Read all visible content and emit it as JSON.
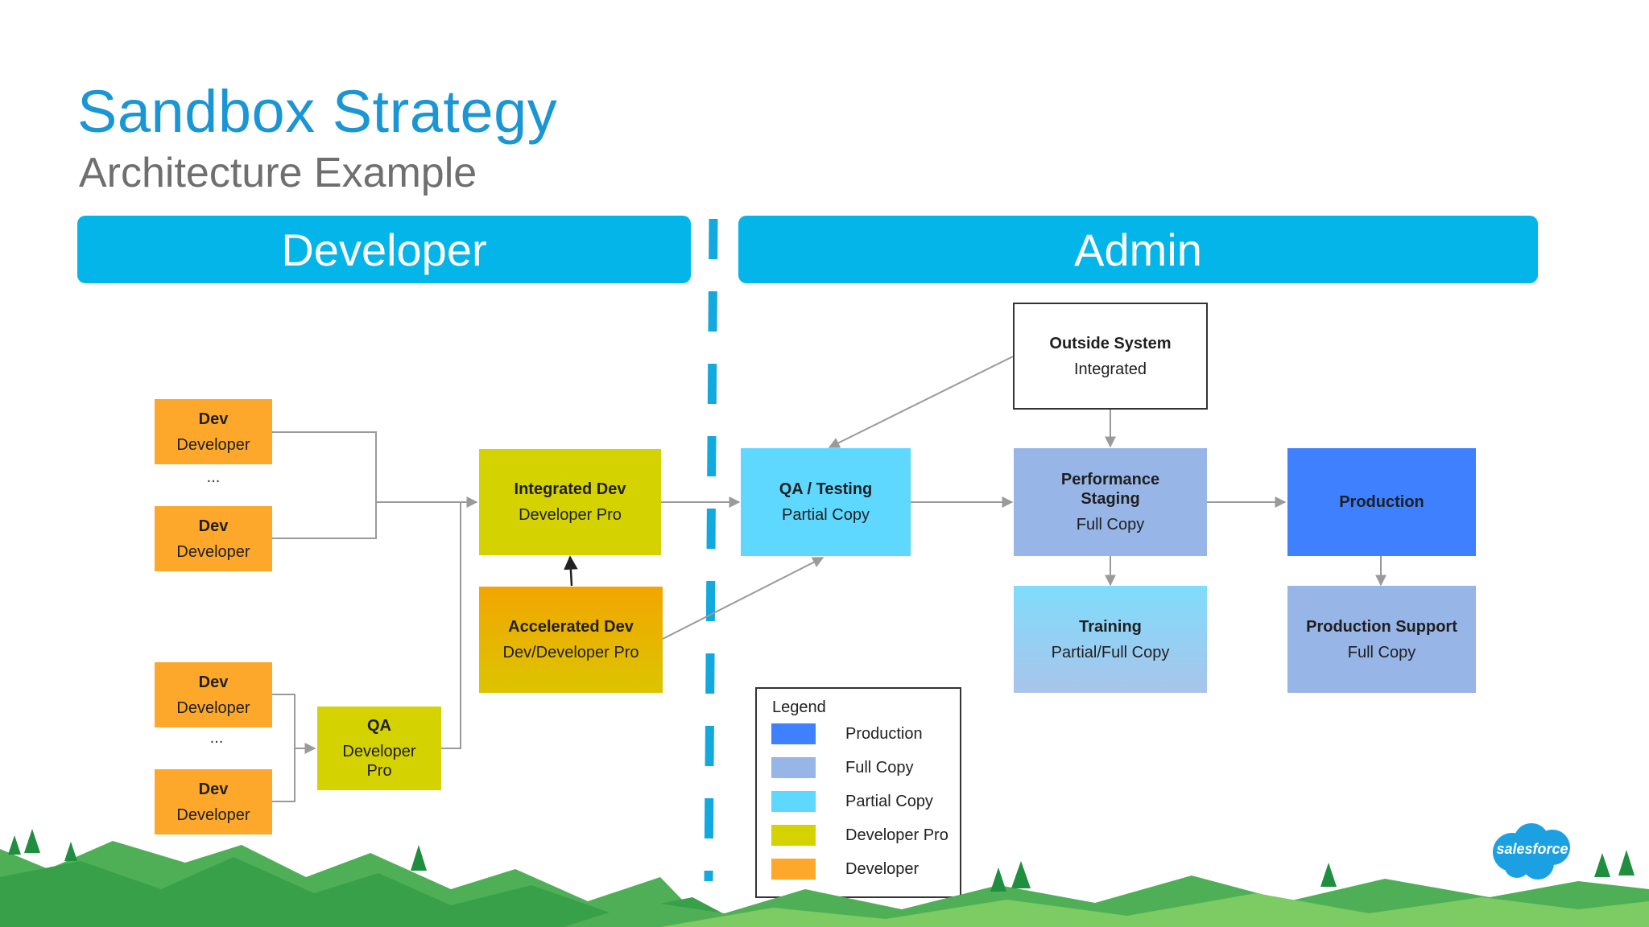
{
  "title": "Sandbox Strategy",
  "subtitle": "Architecture Example",
  "bands": {
    "developer": "Developer",
    "admin": "Admin"
  },
  "nodes": {
    "dev1": {
      "title": "Dev",
      "sub": "Developer"
    },
    "dev2": {
      "title": "Dev",
      "sub": "Developer"
    },
    "dev3": {
      "title": "Dev",
      "sub": "Developer"
    },
    "dev4": {
      "title": "Dev",
      "sub": "Developer"
    },
    "ellipsis": "...",
    "qa": {
      "title": "QA",
      "sub": "Developer Pro"
    },
    "integrated_dev": {
      "title": "Integrated Dev",
      "sub": "Developer Pro"
    },
    "accelerated_dev": {
      "title": "Accelerated Dev",
      "sub": "Dev/Developer Pro"
    },
    "qa_testing": {
      "title": "QA / Testing",
      "sub": "Partial Copy"
    },
    "outside_system": {
      "title": "Outside System",
      "sub": "Integrated"
    },
    "performance_staging": {
      "title": "Performance Staging",
      "sub": "Full Copy"
    },
    "training": {
      "title": "Training",
      "sub": "Partial/Full Copy"
    },
    "production": {
      "title": "Production"
    },
    "production_support": {
      "title": "Production Support",
      "sub": "Full Copy"
    }
  },
  "legend": {
    "title": "Legend",
    "items": [
      {
        "label": "Production",
        "color": "#3f80ff"
      },
      {
        "label": "Full Copy",
        "color": "#97b5e6"
      },
      {
        "label": "Partial Copy",
        "color": "#5fd8ff"
      },
      {
        "label": "Developer Pro",
        "color": "#d4d200"
      },
      {
        "label": "Developer",
        "color": "#fda82a"
      }
    ]
  },
  "colors": {
    "accent": "#04b5ea",
    "title": "#1b96d4",
    "developer": "#fda82a",
    "developer_pro": "#d4d200",
    "partial_copy": "#5fd8ff",
    "full_copy": "#97b5e6",
    "production": "#3f80ff"
  },
  "logo": {
    "text": "salesforce"
  }
}
